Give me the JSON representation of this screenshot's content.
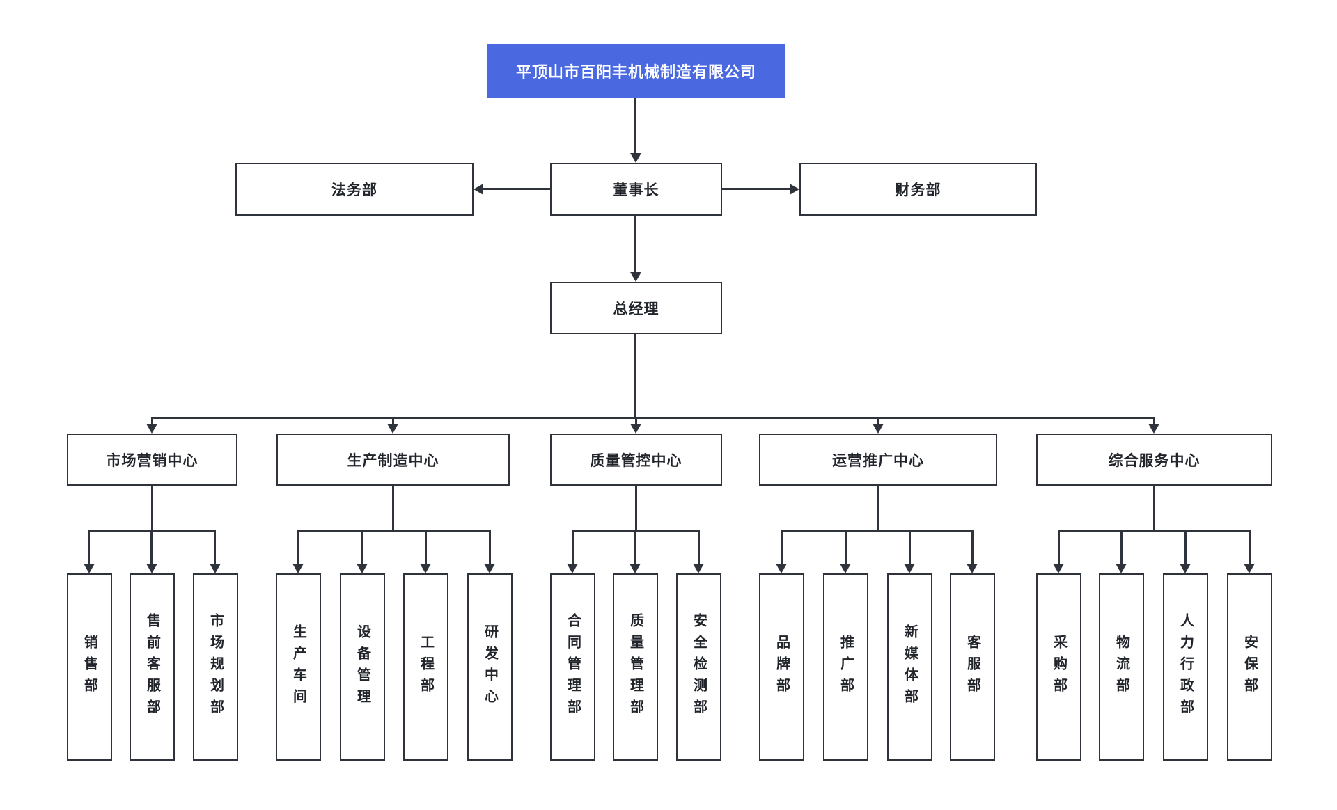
{
  "company_name": "平顶山市百阳丰机械制造有限公司",
  "nodes": {
    "chairman": "董事长",
    "legal_dept": "法务部",
    "finance_dept": "财务部",
    "general_manager": "总经理"
  },
  "centers": [
    {
      "label": "市场营销中心",
      "children": [
        "销售部",
        "售前客服部",
        "市场规划部"
      ]
    },
    {
      "label": "生产制造中心",
      "children": [
        "生产车间",
        "设备管理",
        "工程部",
        "研发中心"
      ]
    },
    {
      "label": "质量管控中心",
      "children": [
        "合同管理部",
        "质量管理部",
        "安全检测部"
      ]
    },
    {
      "label": "运营推广中心",
      "children": [
        "品牌部",
        "推广部",
        "新媒体部",
        "客服部"
      ]
    },
    {
      "label": "综合服务中心",
      "children": [
        "采购部",
        "物流部",
        "人力行政部",
        "安保部"
      ]
    }
  ],
  "colors": {
    "accent_blue": "#4a69e1",
    "line": "#2f343c",
    "text": "#21252b",
    "title_text": "#ffffff"
  }
}
